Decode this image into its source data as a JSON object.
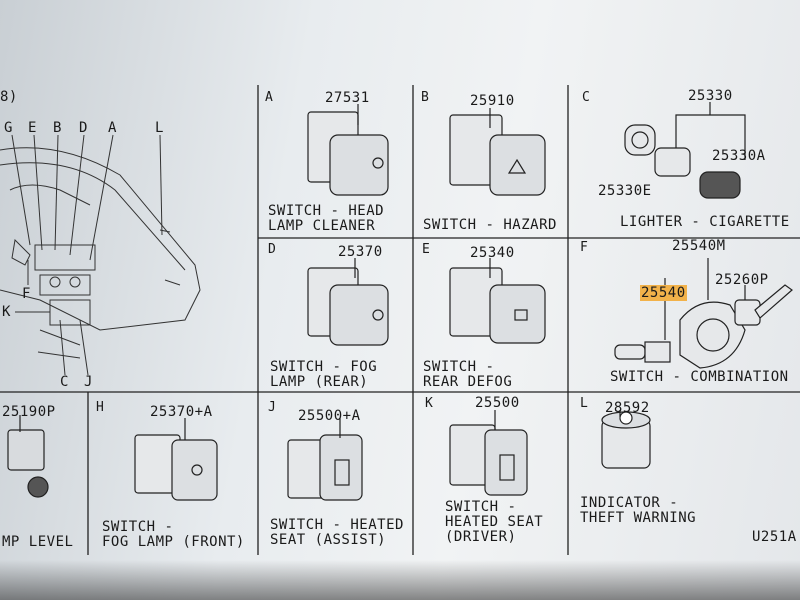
{
  "page": {
    "fragment_top_left": "8)",
    "code": "U251A"
  },
  "overview": {
    "letters": [
      "G",
      "E",
      "B",
      "D",
      "A",
      "L"
    ],
    "letter_f": "F",
    "letter_k": "K",
    "letter_c": "C",
    "letter_j": "J"
  },
  "panels": [
    {
      "id": "A",
      "number": "27531",
      "caption": "SWITCH - HEAD\nLAMP CLEANER"
    },
    {
      "id": "B",
      "number": "25910",
      "caption": "SWITCH - HAZARD"
    },
    {
      "id": "C",
      "number": "25330",
      "number2": "25330A",
      "number3": "25330E",
      "caption": "LIGHTER - CIGARETTE"
    },
    {
      "id": "D",
      "number": "25370",
      "caption": "SWITCH - FOG\nLAMP (REAR)"
    },
    {
      "id": "E",
      "number": "25340",
      "caption": "SWITCH -\nREAR DEFOG"
    },
    {
      "id": "F",
      "number": "25540M",
      "number2": "25540",
      "number3": "25260P",
      "caption": "SWITCH - COMBINATION"
    },
    {
      "id": "G",
      "number": "25190P",
      "caption": "MP LEVEL"
    },
    {
      "id": "H",
      "number": "25370+A",
      "caption": "SWITCH -\nFOG LAMP (FRONT)"
    },
    {
      "id": "J",
      "number": "25500+A",
      "caption": "SWITCH - HEATED\nSEAT (ASSIST)"
    },
    {
      "id": "K",
      "number": "25500",
      "caption": "SWITCH -\nHEATED SEAT\n(DRIVER)"
    },
    {
      "id": "L",
      "number": "28592",
      "caption": "INDICATOR -\nTHEFT WARNING"
    }
  ],
  "colors": {
    "highlight": "#f2b24a",
    "ink": "#1a1a1a",
    "paper": "#eef1f3"
  }
}
